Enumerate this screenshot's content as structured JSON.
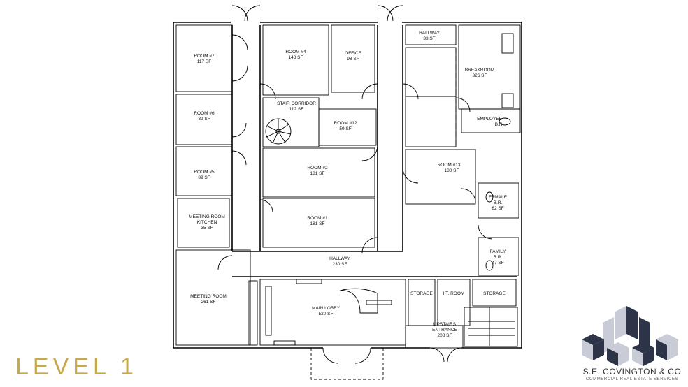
{
  "level_title": "LEVEL 1",
  "company": {
    "name": "S.E. COVINGTON & CO",
    "tagline": "COMMERCIAL REAL ESTATE SERVICES",
    "colors": {
      "dark": "#2e3448",
      "light": "#c9ccd6"
    }
  },
  "accent_color": "#c8a94a",
  "rooms": {
    "room7": {
      "name": "ROOM #7",
      "area": "117 SF"
    },
    "room4": {
      "name": "ROOM #4",
      "area": "148 SF"
    },
    "office": {
      "name": "OFFICE",
      "area": "98 SF"
    },
    "hallway_top": {
      "name": "HALLWAY",
      "area": "33 SF"
    },
    "breakroom": {
      "name": "BREAKROOM",
      "area": "326 SF"
    },
    "room6": {
      "name": "ROOM #6",
      "area": "89 SF"
    },
    "stair_corridor": {
      "name": "STAIR CORRIDOR",
      "area": "112 SF"
    },
    "room12": {
      "name": "ROOM #12",
      "area": "59 SF"
    },
    "employee_br": {
      "name": "EMPLOYEE",
      "area": "B.R."
    },
    "room5": {
      "name": "ROOM #5",
      "area": "89 SF"
    },
    "room2": {
      "name": "ROOM #2",
      "area": "181 SF"
    },
    "room13": {
      "name": "ROOM #13",
      "area": "180 SF"
    },
    "female_br": {
      "name": "FEMALE",
      "name2": "B.R.",
      "area": "62 SF"
    },
    "meeting_kitchen": {
      "name": "MEETING ROOM",
      "name2": "KITCHEN",
      "area": "35 SF"
    },
    "room1": {
      "name": "ROOM #1",
      "area": "181 SF"
    },
    "family_br": {
      "name": "FAMILY",
      "name2": "B.R.",
      "area": "47 SF"
    },
    "hallway_main": {
      "name": "HALLWAY",
      "area": "230 SF"
    },
    "meeting_room": {
      "name": "MEETING ROOM",
      "area": "261 SF"
    },
    "main_lobby": {
      "name": "MAIN LOBBY",
      "area": "520 SF"
    },
    "storage1": {
      "name": "STORAGE",
      "area": ""
    },
    "it_room": {
      "name": "I.T. ROOM",
      "area": ""
    },
    "storage2": {
      "name": "STORAGE",
      "area": ""
    },
    "upstairs_entrance": {
      "name": "UPSTAIRS",
      "name2": "ENTRANCE",
      "area": "208 SF"
    }
  }
}
